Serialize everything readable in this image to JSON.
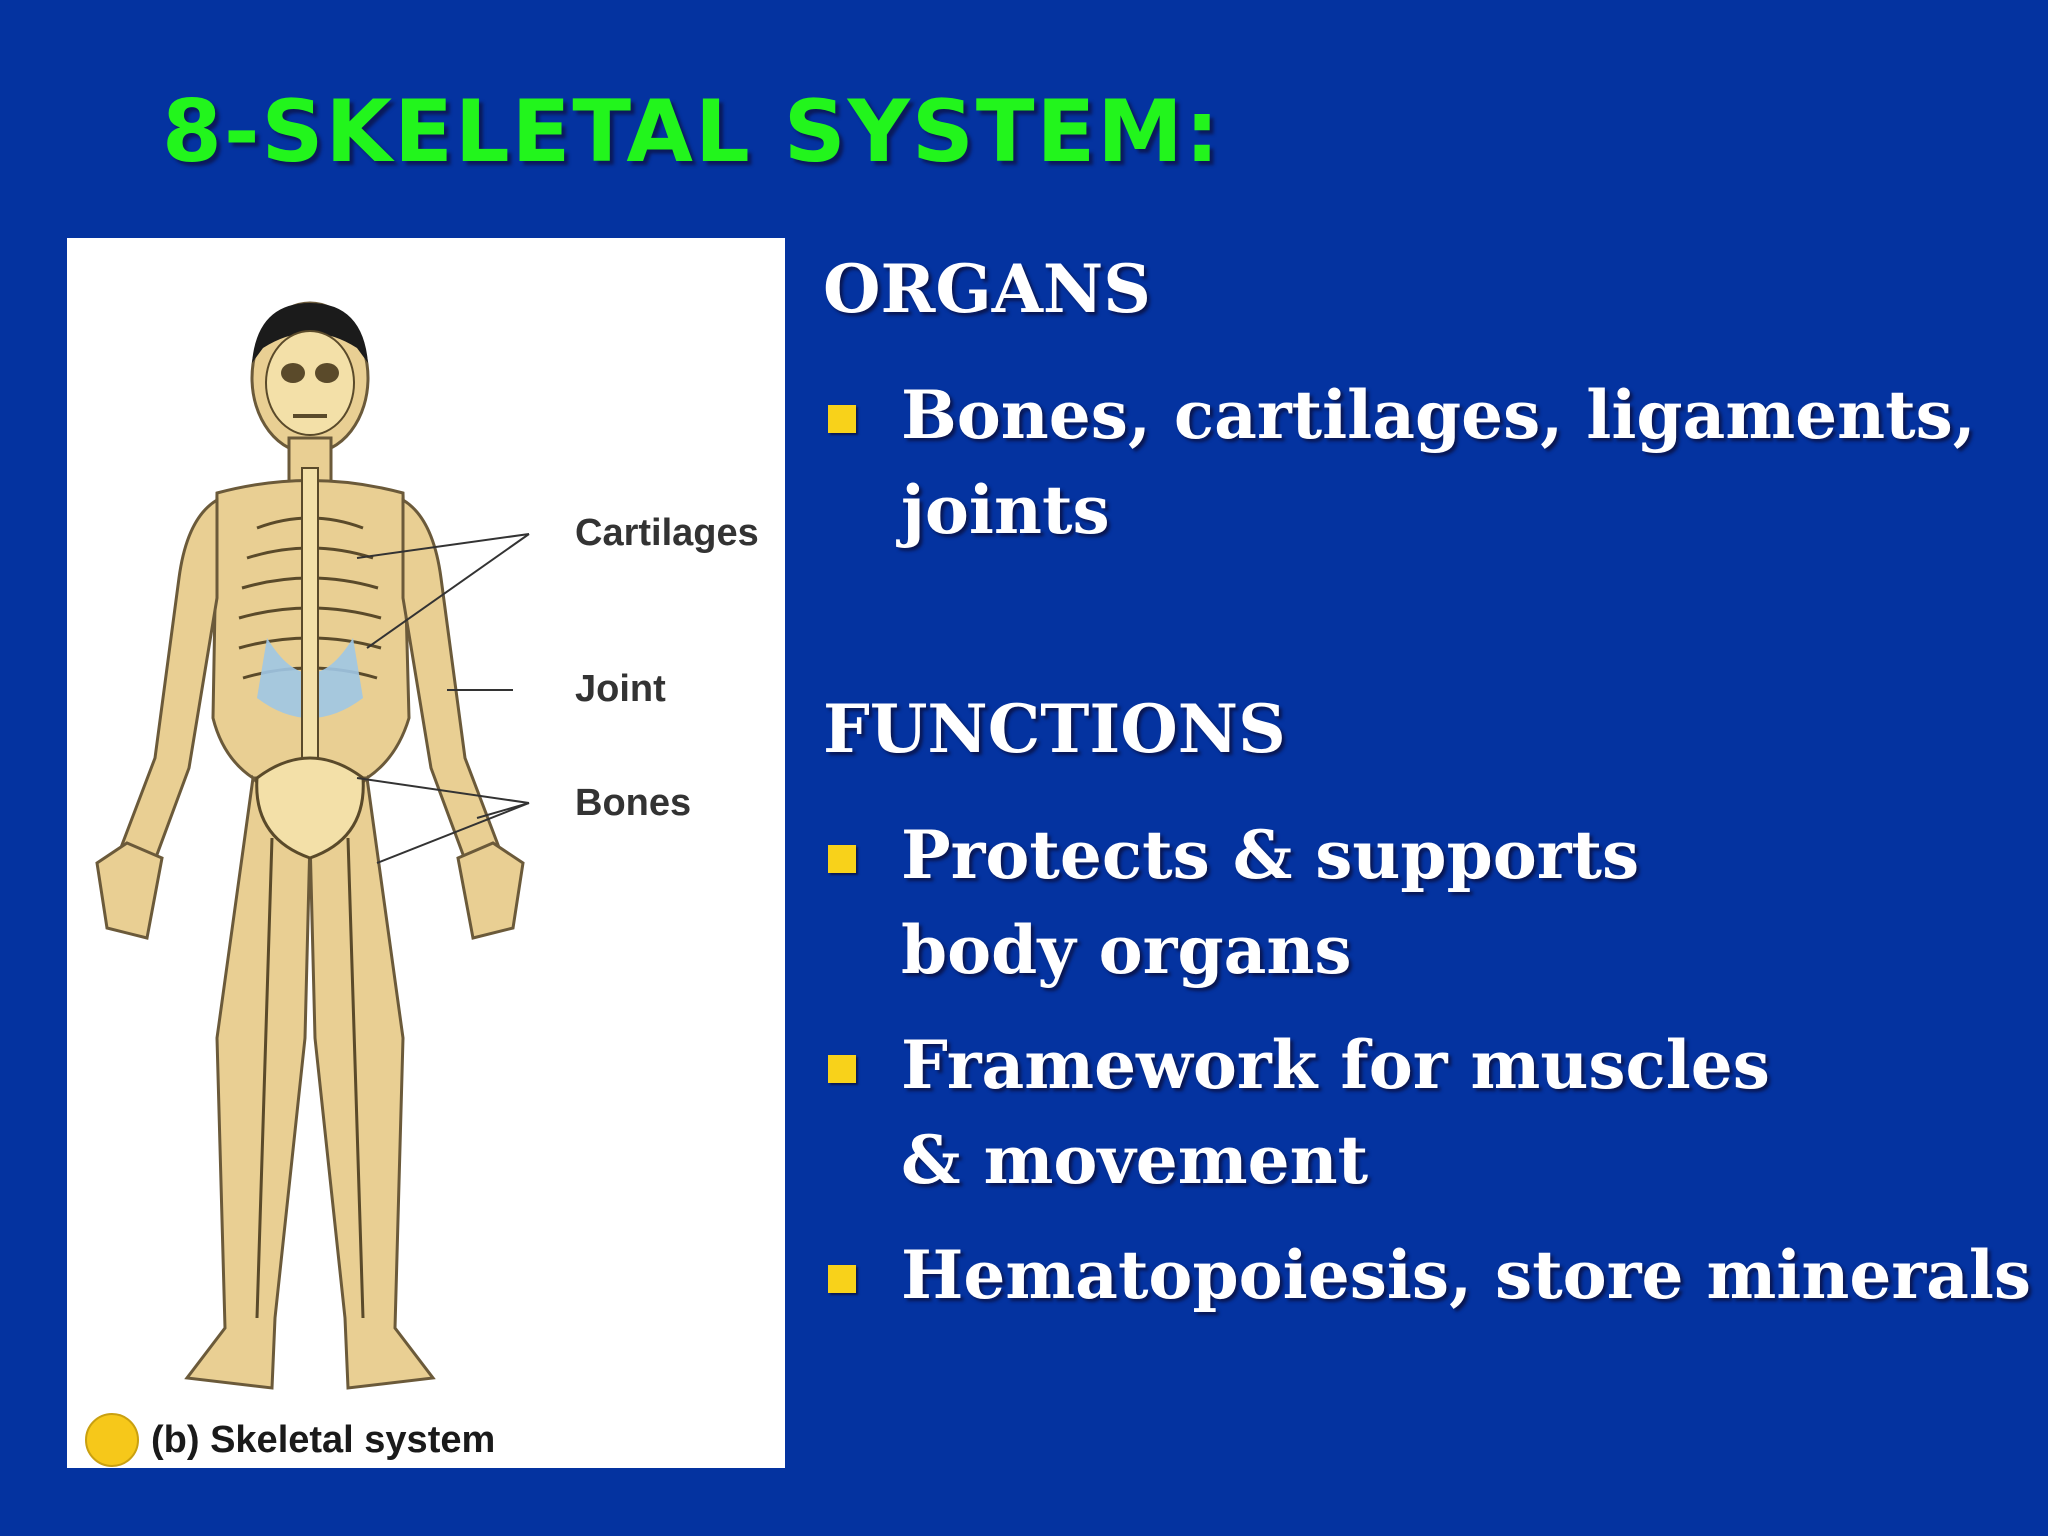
{
  "slide": {
    "title": "8-SKELETAL SYSTEM:",
    "colors": {
      "background": "#0433a0",
      "title": "#22f51c",
      "text": "#ffffff",
      "bullet": "#f8d21a"
    }
  },
  "figure": {
    "labels": {
      "cartilages": "Cartilages",
      "joint": "Joint",
      "bones": "Bones"
    },
    "caption": "(b) Skeletal system"
  },
  "sections": [
    {
      "heading": "ORGANS",
      "items": [
        "Bones, cartilages, ligaments, joints"
      ]
    },
    {
      "heading": "FUNCTIONS",
      "items": [
        "Protects & supports body organs",
        "Framework for muscles & movement",
        "Hematopoiesis, store minerals"
      ]
    }
  ]
}
